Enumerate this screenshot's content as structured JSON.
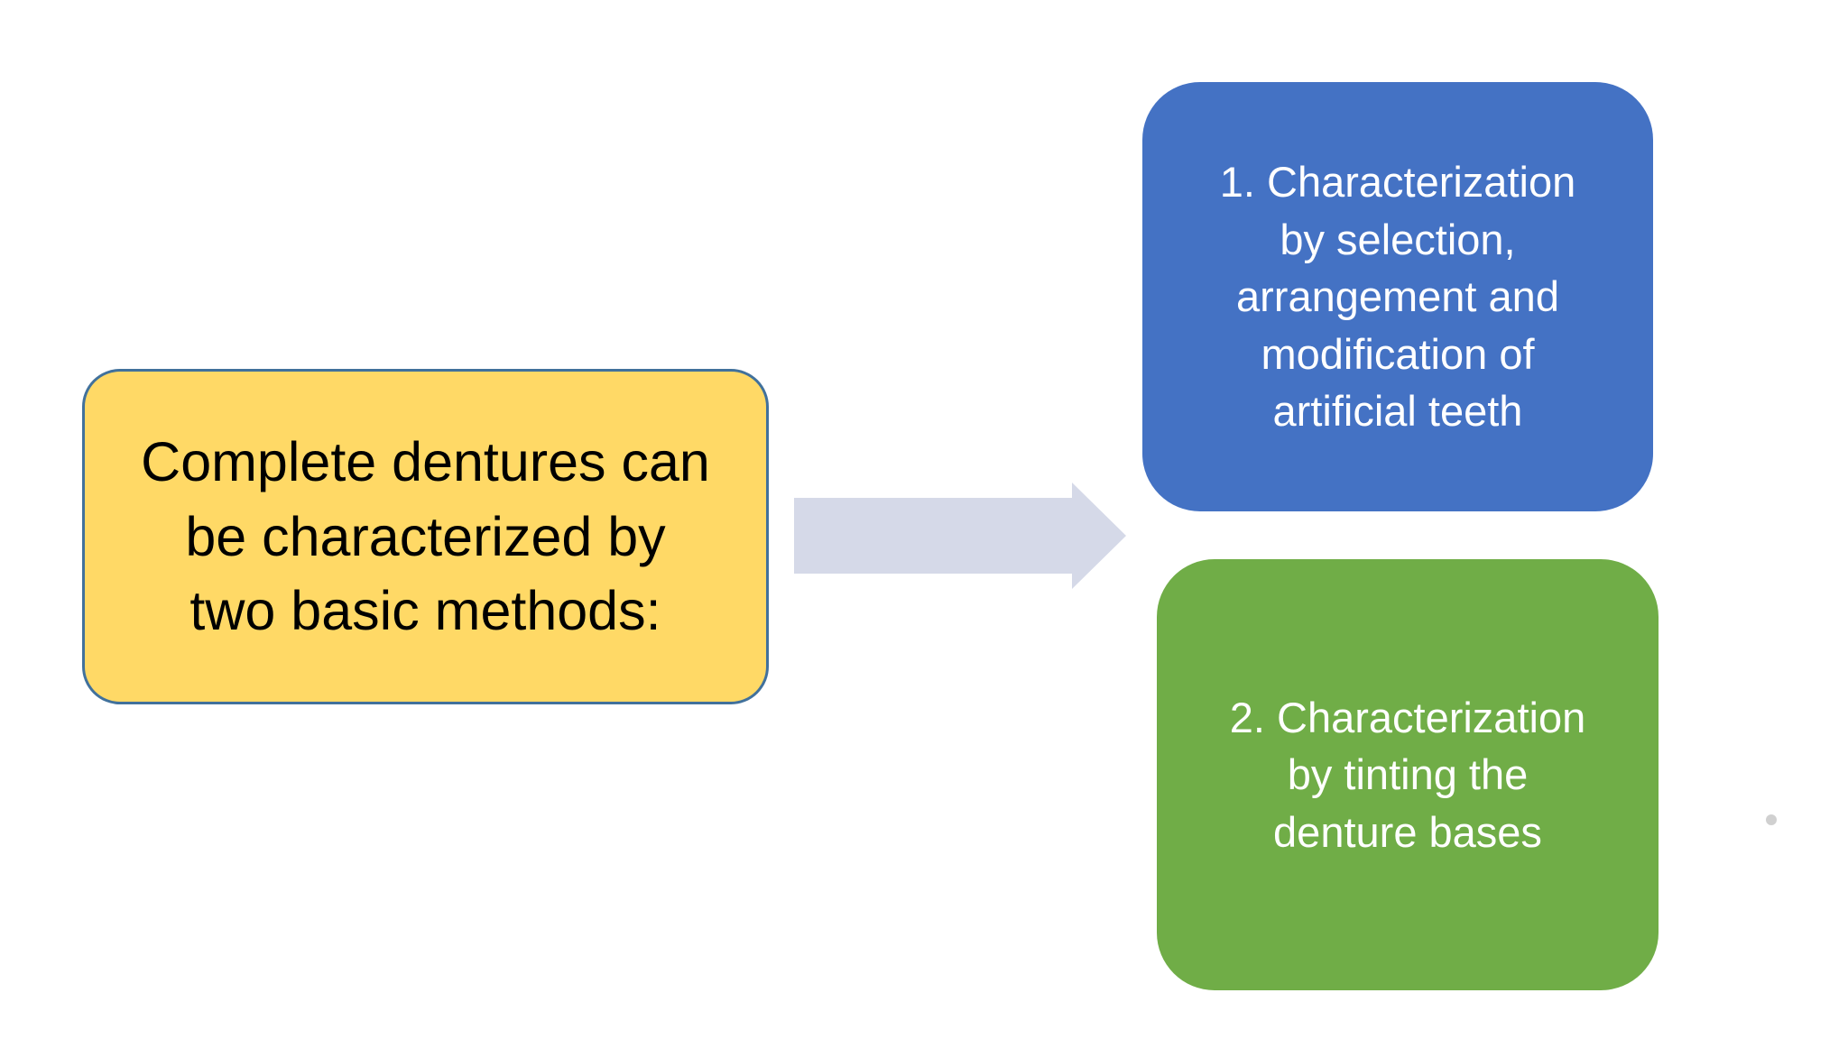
{
  "canvas": {
    "background": "#ffffff"
  },
  "diagram": {
    "source_box": {
      "text": "Complete dentures can\nbe characterized by\ntwo basic methods:",
      "fill": "#FFD966",
      "border_color": "#41719C",
      "text_color": "#000000"
    },
    "arrow": {
      "direction": "right",
      "fill": "#D5D9E8"
    },
    "method_boxes": [
      {
        "text": "1. Characterization\nby selection,\narrangement and\nmodification of\nartificial teeth",
        "fill": "#4472C4",
        "text_color": "#FFFFFF"
      },
      {
        "text": "2. Characterization\nby tinting the\ndenture bases",
        "fill": "#70AD47",
        "text_color": "#FFFFFF"
      }
    ],
    "decor_dot": {
      "color": "#C8C8C8"
    }
  }
}
